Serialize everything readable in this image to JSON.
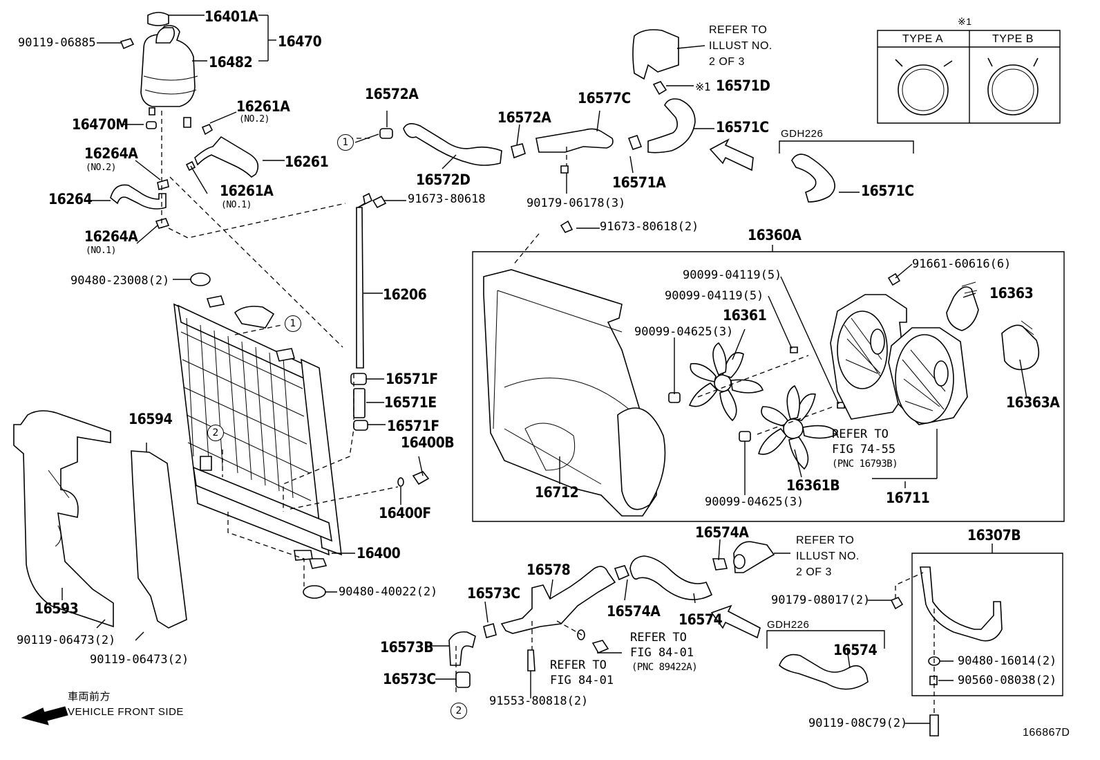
{
  "figure_id": "166867D",
  "note_mark": "※1",
  "type_box": {
    "type_a": "TYPE A",
    "type_b": "TYPE B"
  },
  "gdh_label": "GDH226",
  "front_side": {
    "jp": "車両前方",
    "en": "VEHICLE FRONT SIDE"
  },
  "circle_1": "1",
  "circle_2": "2",
  "reserve_tank": {
    "cap": "16401A",
    "tank": "16482",
    "assembly": "16470",
    "bolt": "90119-06885",
    "mount": "16470M",
    "clamp": "16261A",
    "clamp_note": "(NO.2)",
    "clamp2": "16261A",
    "clamp2_note": "(NO.1)",
    "hose": "16261",
    "hose_clamp": "16264A",
    "hose_clamp_note": "(NO.2)",
    "hose_lower": "16264",
    "hose_clamp2": "16264A",
    "hose_clamp2_note": "(NO.1)"
  },
  "upper_hoses": {
    "clamp_a": "16572A",
    "hose_d": "16572D",
    "clamp_a2": "16572A",
    "bolt": "91673-80618",
    "outlet": "16577C",
    "bolt_outlet": "90179-06178(3)",
    "clamp_c": "16571A",
    "hose_c": "16571C",
    "hose_c2": "16571C",
    "clamp_d_prefix": "※1",
    "clamp_d": "16571D",
    "refer": [
      "REFER TO",
      "ILLUST NO.",
      "2 OF 3"
    ]
  },
  "radiator": {
    "grommet_top": "90480-23008(2)",
    "pipe": "16206",
    "clamp_f": "16571F",
    "hose_e": "16571E",
    "clamp_f2": "16571F",
    "plug": "16400B",
    "gasket": "16400F",
    "radiator": "16400",
    "grommet_bottom": "90480-40022(2)",
    "seal_left": "16594",
    "seal_lower": "16593",
    "bolt_a": "90119-06473(2)",
    "bolt_b": "90119-06473(2)"
  },
  "fan_shroud": {
    "assembly": "16360A",
    "bolt_top": "91673-80618(2)",
    "shroud": "16712",
    "screw_a": "90099-04119(5)",
    "screw_b": "90099-04119(5)",
    "nut_a": "90099-04625(3)",
    "fan": "16361",
    "fan_b": "16361B",
    "nut_b": "90099-04625(3)",
    "bolt_motor": "91661-60616(6)",
    "motor": "16363",
    "motor_a": "16363A",
    "motor_assy": "16711",
    "refer": [
      "REFER TO",
      "FIG 74-55",
      "(PNC 16793B)"
    ]
  },
  "lower_hoses": {
    "clamp_a": "16574A",
    "clamp_a2": "16574A",
    "hose": "16574",
    "hose_gdh": "16574",
    "inlet": "16578",
    "clamp_c": "16573C",
    "hose_b": "16573B",
    "clamp_c2": "16573C",
    "bolt": "91553-80818(2)",
    "refer1": [
      "REFER TO",
      "FIG 84-01"
    ],
    "refer2": [
      "REFER TO",
      "FIG 84-01",
      "(PNC 89422A)"
    ],
    "refer3": [
      "REFER TO",
      "ILLUST NO.",
      "2 OF 3"
    ]
  },
  "bracket": {
    "bracket": "16307B",
    "nut": "90179-08017(2)",
    "grommet": "90480-16014(2)",
    "collar": "90560-08038(2)",
    "bolt": "90119-08C79(2)"
  }
}
